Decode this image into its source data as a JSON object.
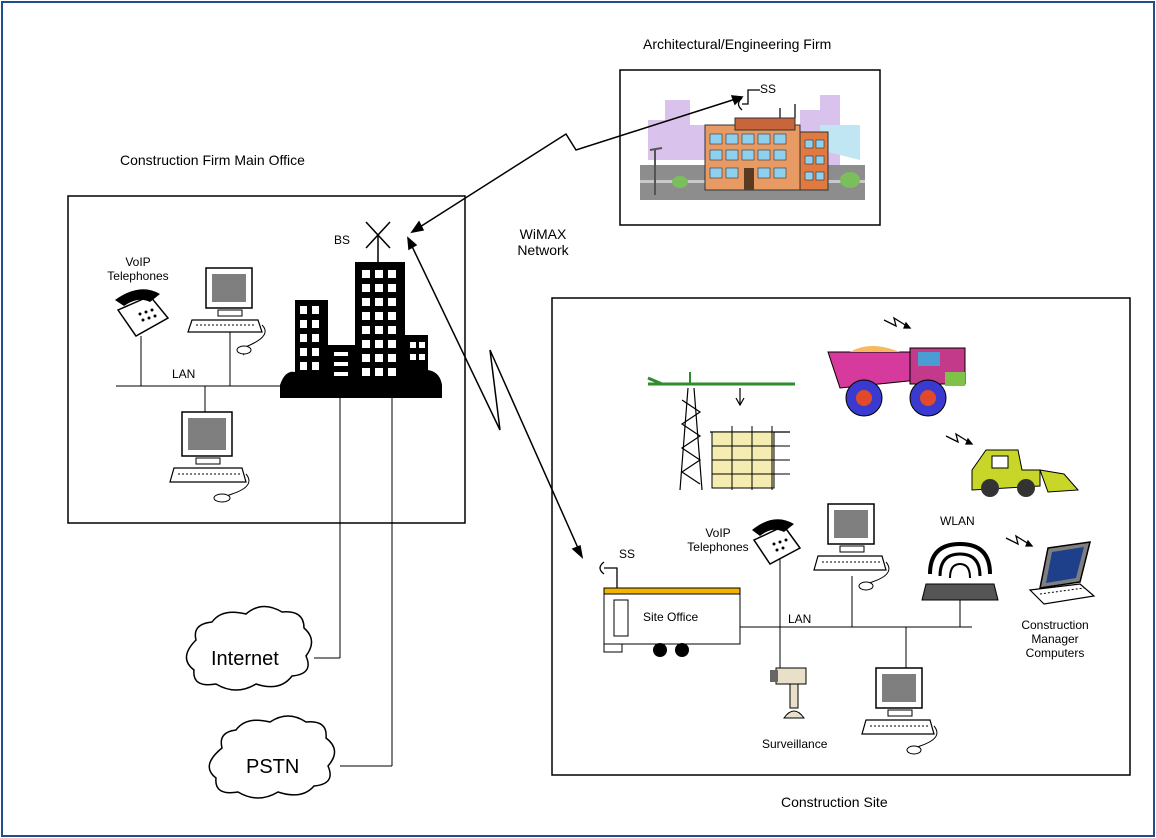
{
  "titles": {
    "arch_firm": "Architectural/Engineering Firm",
    "main_office": "Construction Firm Main Office",
    "construction_site": "Construction Site"
  },
  "network": {
    "line1": "WiMAX",
    "line2": "Network"
  },
  "main_office": {
    "bs": "BS",
    "voip_line1": "VoIP",
    "voip_line2": "Telephones",
    "lan": "LAN"
  },
  "arch_firm": {
    "ss": "SS"
  },
  "clouds": {
    "internet": "Internet",
    "pstn": "PSTN"
  },
  "site": {
    "ss": "SS",
    "voip_line1": "VoIP",
    "voip_line2": "Telephones",
    "site_office": "Site Office",
    "lan": "LAN",
    "wlan": "WLAN",
    "mgr_line1": "Construction",
    "mgr_line2": "Manager",
    "mgr_line3": "Computers",
    "surveillance": "Surveillance"
  },
  "colors": {
    "frame_border": "#1f4e8c",
    "truck_body": "#d63a9c",
    "truck_wheel": "#3b3ad0",
    "crane": "#2e8b2e",
    "building_sky": "#bfe6f2",
    "loader": "#c8d62a",
    "trailer_stripe": "#f2b400"
  }
}
